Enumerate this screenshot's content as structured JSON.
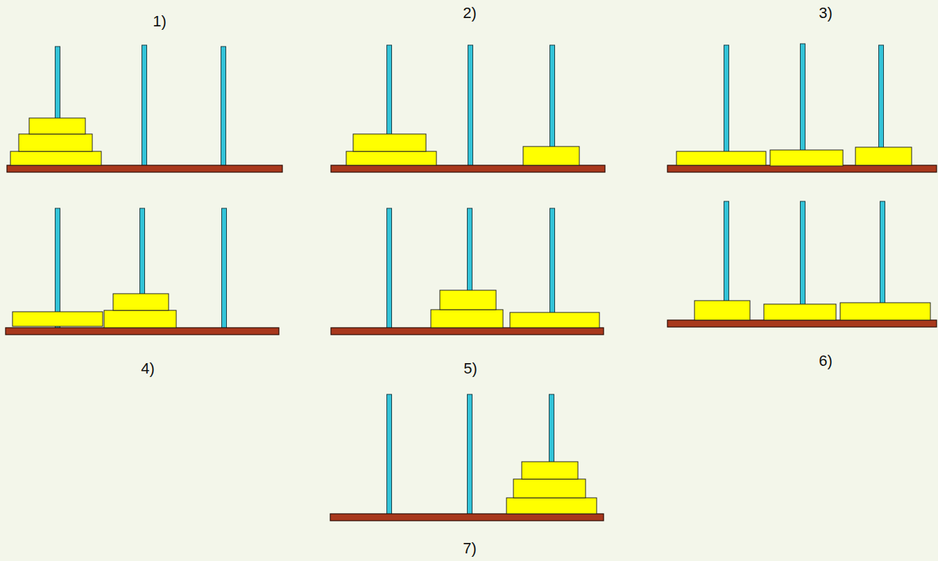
{
  "diagram": {
    "labels": [
      "1)",
      "2)",
      "3)",
      "4)",
      "5)",
      "6)",
      "7)"
    ]
  }
}
